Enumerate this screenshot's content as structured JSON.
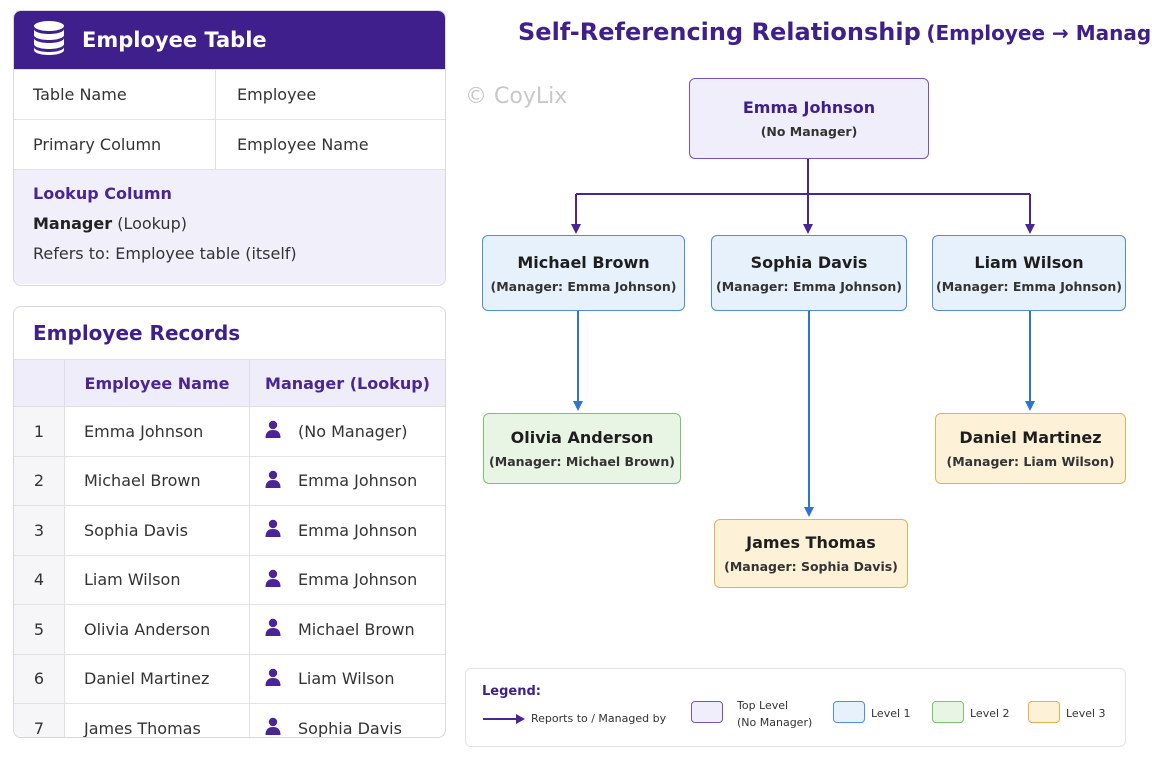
{
  "employee_table": {
    "title": "Employee Table",
    "icon": "database-icon",
    "rows": [
      {
        "label": "Table Name",
        "value": "Employee"
      },
      {
        "label": "Primary Column",
        "value": "Employee Name"
      }
    ],
    "lookup": {
      "heading": "Lookup Column",
      "field_bold": "Manager",
      "field_rest": " (Lookup)",
      "refers_to": "Refers to: Employee table (itself)"
    }
  },
  "records": {
    "title": "Employee Records",
    "headers": [
      "",
      "Employee Name",
      "Manager (Lookup)"
    ],
    "rows": [
      {
        "n": "1",
        "name": "Emma Johnson",
        "manager": "(No Manager)"
      },
      {
        "n": "2",
        "name": "Michael Brown",
        "manager": "Emma Johnson"
      },
      {
        "n": "3",
        "name": "Sophia Davis",
        "manager": "Emma Johnson"
      },
      {
        "n": "4",
        "name": "Liam Wilson",
        "manager": "Emma Johnson"
      },
      {
        "n": "5",
        "name": "Olivia Anderson",
        "manager": "Michael Brown"
      },
      {
        "n": "6",
        "name": "Daniel Martinez",
        "manager": "Liam Wilson"
      },
      {
        "n": "7",
        "name": "James Thomas",
        "manager": "Sophia Davis"
      }
    ]
  },
  "diagram": {
    "title_main": "Self-Referencing Relationship",
    "title_sub": "(Employee → Manager)",
    "watermark": "© CoyLix",
    "nodes": {
      "emma": {
        "name": "Emma Johnson",
        "sub": "(No Manager)"
      },
      "michael": {
        "name": "Michael Brown",
        "sub": "(Manager: Emma Johnson)"
      },
      "sophia": {
        "name": "Sophia Davis",
        "sub": "(Manager: Emma Johnson)"
      },
      "liam": {
        "name": "Liam Wilson",
        "sub": "(Manager: Emma Johnson)"
      },
      "olivia": {
        "name": "Olivia Anderson",
        "sub": "(Manager: Michael Brown)"
      },
      "daniel": {
        "name": "Daniel Martinez",
        "sub": "(Manager: Liam Wilson)"
      },
      "james": {
        "name": "James Thomas",
        "sub": "(Manager: Sophia Davis)"
      }
    }
  },
  "legend": {
    "title": "Legend:",
    "arrow_label": "Reports to / Managed by",
    "top_level_1": "Top Level",
    "top_level_2": "(No Manager)",
    "level1": "Level 1",
    "level2": "Level 2",
    "level3": "Level 3"
  },
  "colors": {
    "brand": "#3f1f8c",
    "top": "#7a52bf",
    "level1": "#4f8fdc",
    "level2": "#7cc270",
    "level3": "#e5b24f"
  }
}
